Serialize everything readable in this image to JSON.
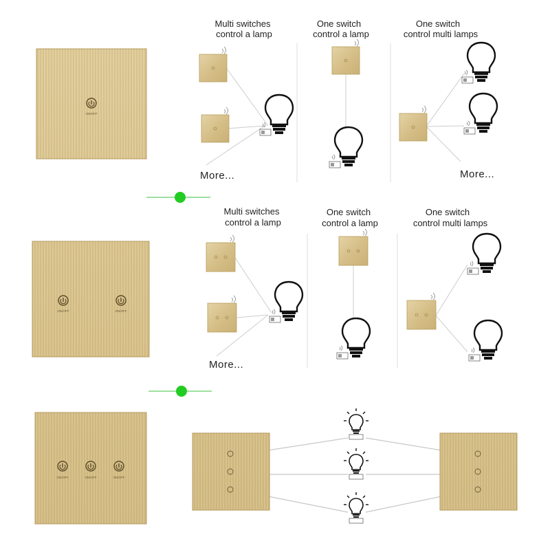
{
  "panel_labels": {
    "button": "ON/OFF"
  },
  "rows": [
    {
      "gang": 1,
      "diagrams": [
        {
          "title_line1": "Multi switches",
          "title_line2": "control a lamp",
          "more": "More..."
        },
        {
          "title_line1": "One switch",
          "title_line2": "control a lamp",
          "more": ""
        },
        {
          "title_line1": "One switch",
          "title_line2": "control multi lamps",
          "more": "More..."
        }
      ]
    },
    {
      "gang": 2,
      "diagrams": [
        {
          "title_line1": "Multi switches",
          "title_line2": "control a lamp",
          "more": "More..."
        },
        {
          "title_line1": "One switch",
          "title_line2": "control a lamp",
          "more": ""
        },
        {
          "title_line1": "One switch",
          "title_line2": "control multi lamps",
          "more": ""
        }
      ]
    },
    {
      "gang": 3,
      "diagrams": []
    }
  ],
  "colors": {
    "gold": "#d9c48f",
    "gold_dark": "#c3ab70",
    "connector_line": "#7fd67f",
    "connector_dot": "#22cc22",
    "wire": "#c8c8c8",
    "divider": "#dddddd"
  }
}
